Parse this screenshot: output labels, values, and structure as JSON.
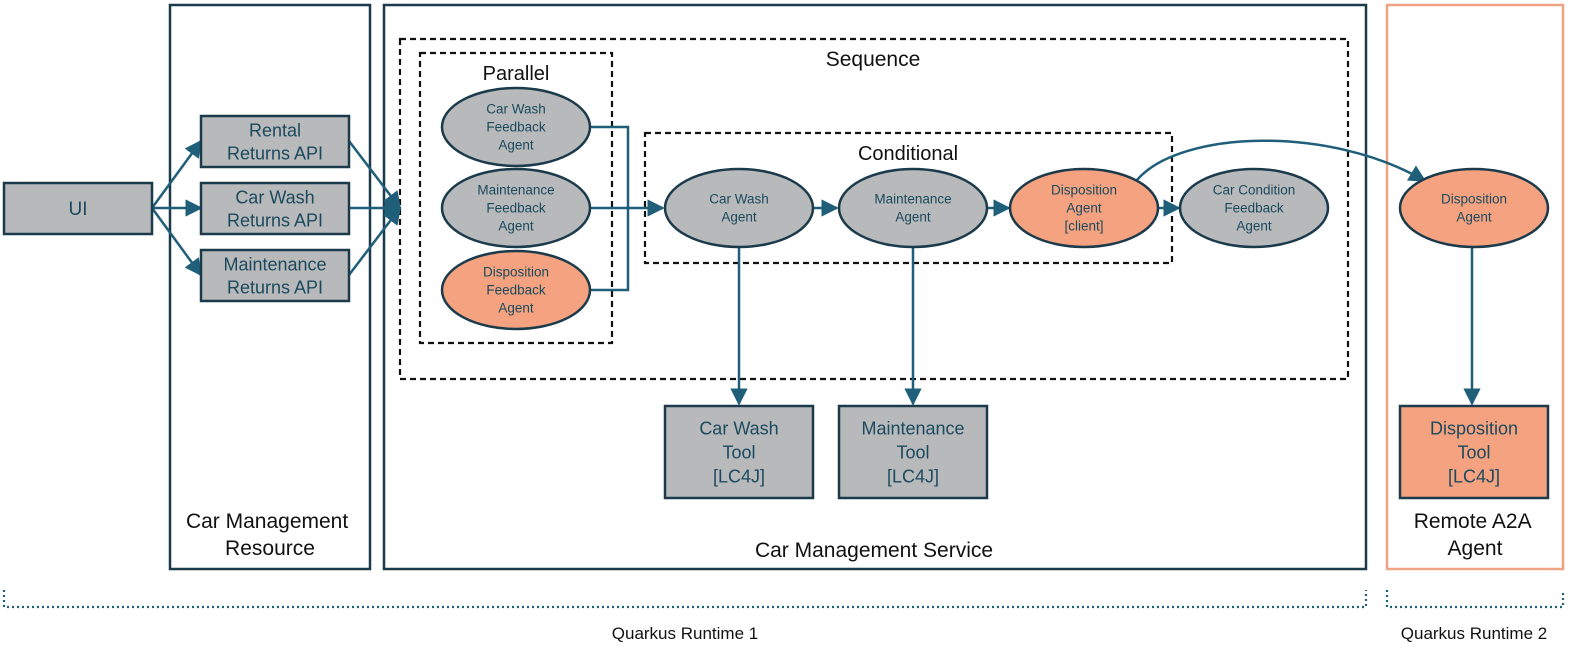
{
  "colors": {
    "box_gray": "#b8b9bb",
    "agent_orange": "#f4a27f",
    "stroke_dark": "#1b3a4b",
    "arrow_teal": "#1f5f7a",
    "remote_border": "#f0a384",
    "text_blue": "#1b4a5e",
    "text_black": "#111111"
  },
  "ui_box": {
    "label": "UI"
  },
  "resource": {
    "title_lines": [
      "Car Management",
      "Resource"
    ],
    "apis": [
      {
        "lines": [
          "Rental",
          "Returns API"
        ]
      },
      {
        "lines": [
          "Car Wash",
          "Returns API"
        ]
      },
      {
        "lines": [
          "Maintenance",
          "Returns API"
        ]
      }
    ]
  },
  "service": {
    "title": "Car Management Service",
    "sequence_label": "Sequence",
    "parallel_label": "Parallel",
    "conditional_label": "Conditional",
    "parallel_agents": [
      {
        "lines": [
          "Car Wash",
          "Feedback",
          "Agent"
        ]
      },
      {
        "lines": [
          "Maintenance",
          "Feedback",
          "Agent"
        ]
      },
      {
        "lines": [
          "Disposition",
          "Feedback",
          "Agent"
        ]
      }
    ],
    "conditional_agents": [
      {
        "lines": [
          "Car Wash",
          "Agent"
        ]
      },
      {
        "lines": [
          "Maintenance",
          "Agent"
        ]
      },
      {
        "lines": [
          "Disposition",
          "Agent",
          "[client]"
        ]
      }
    ],
    "condition_feedback_agent": {
      "lines": [
        "Car Condition",
        "Feedback",
        "Agent"
      ]
    },
    "tools": [
      {
        "lines": [
          "Car Wash",
          "Tool",
          "[LC4J]"
        ]
      },
      {
        "lines": [
          "Maintenance",
          "Tool",
          "[LC4J]"
        ]
      }
    ]
  },
  "remote": {
    "title_lines": [
      "Remote A2A",
      "Agent"
    ],
    "agent": {
      "lines": [
        "Disposition",
        "Agent"
      ]
    },
    "tool": {
      "lines": [
        "Disposition",
        "Tool",
        "[LC4J]"
      ]
    }
  },
  "runtimes": [
    {
      "label": "Quarkus Runtime 1"
    },
    {
      "label": "Quarkus Runtime 2"
    }
  ]
}
